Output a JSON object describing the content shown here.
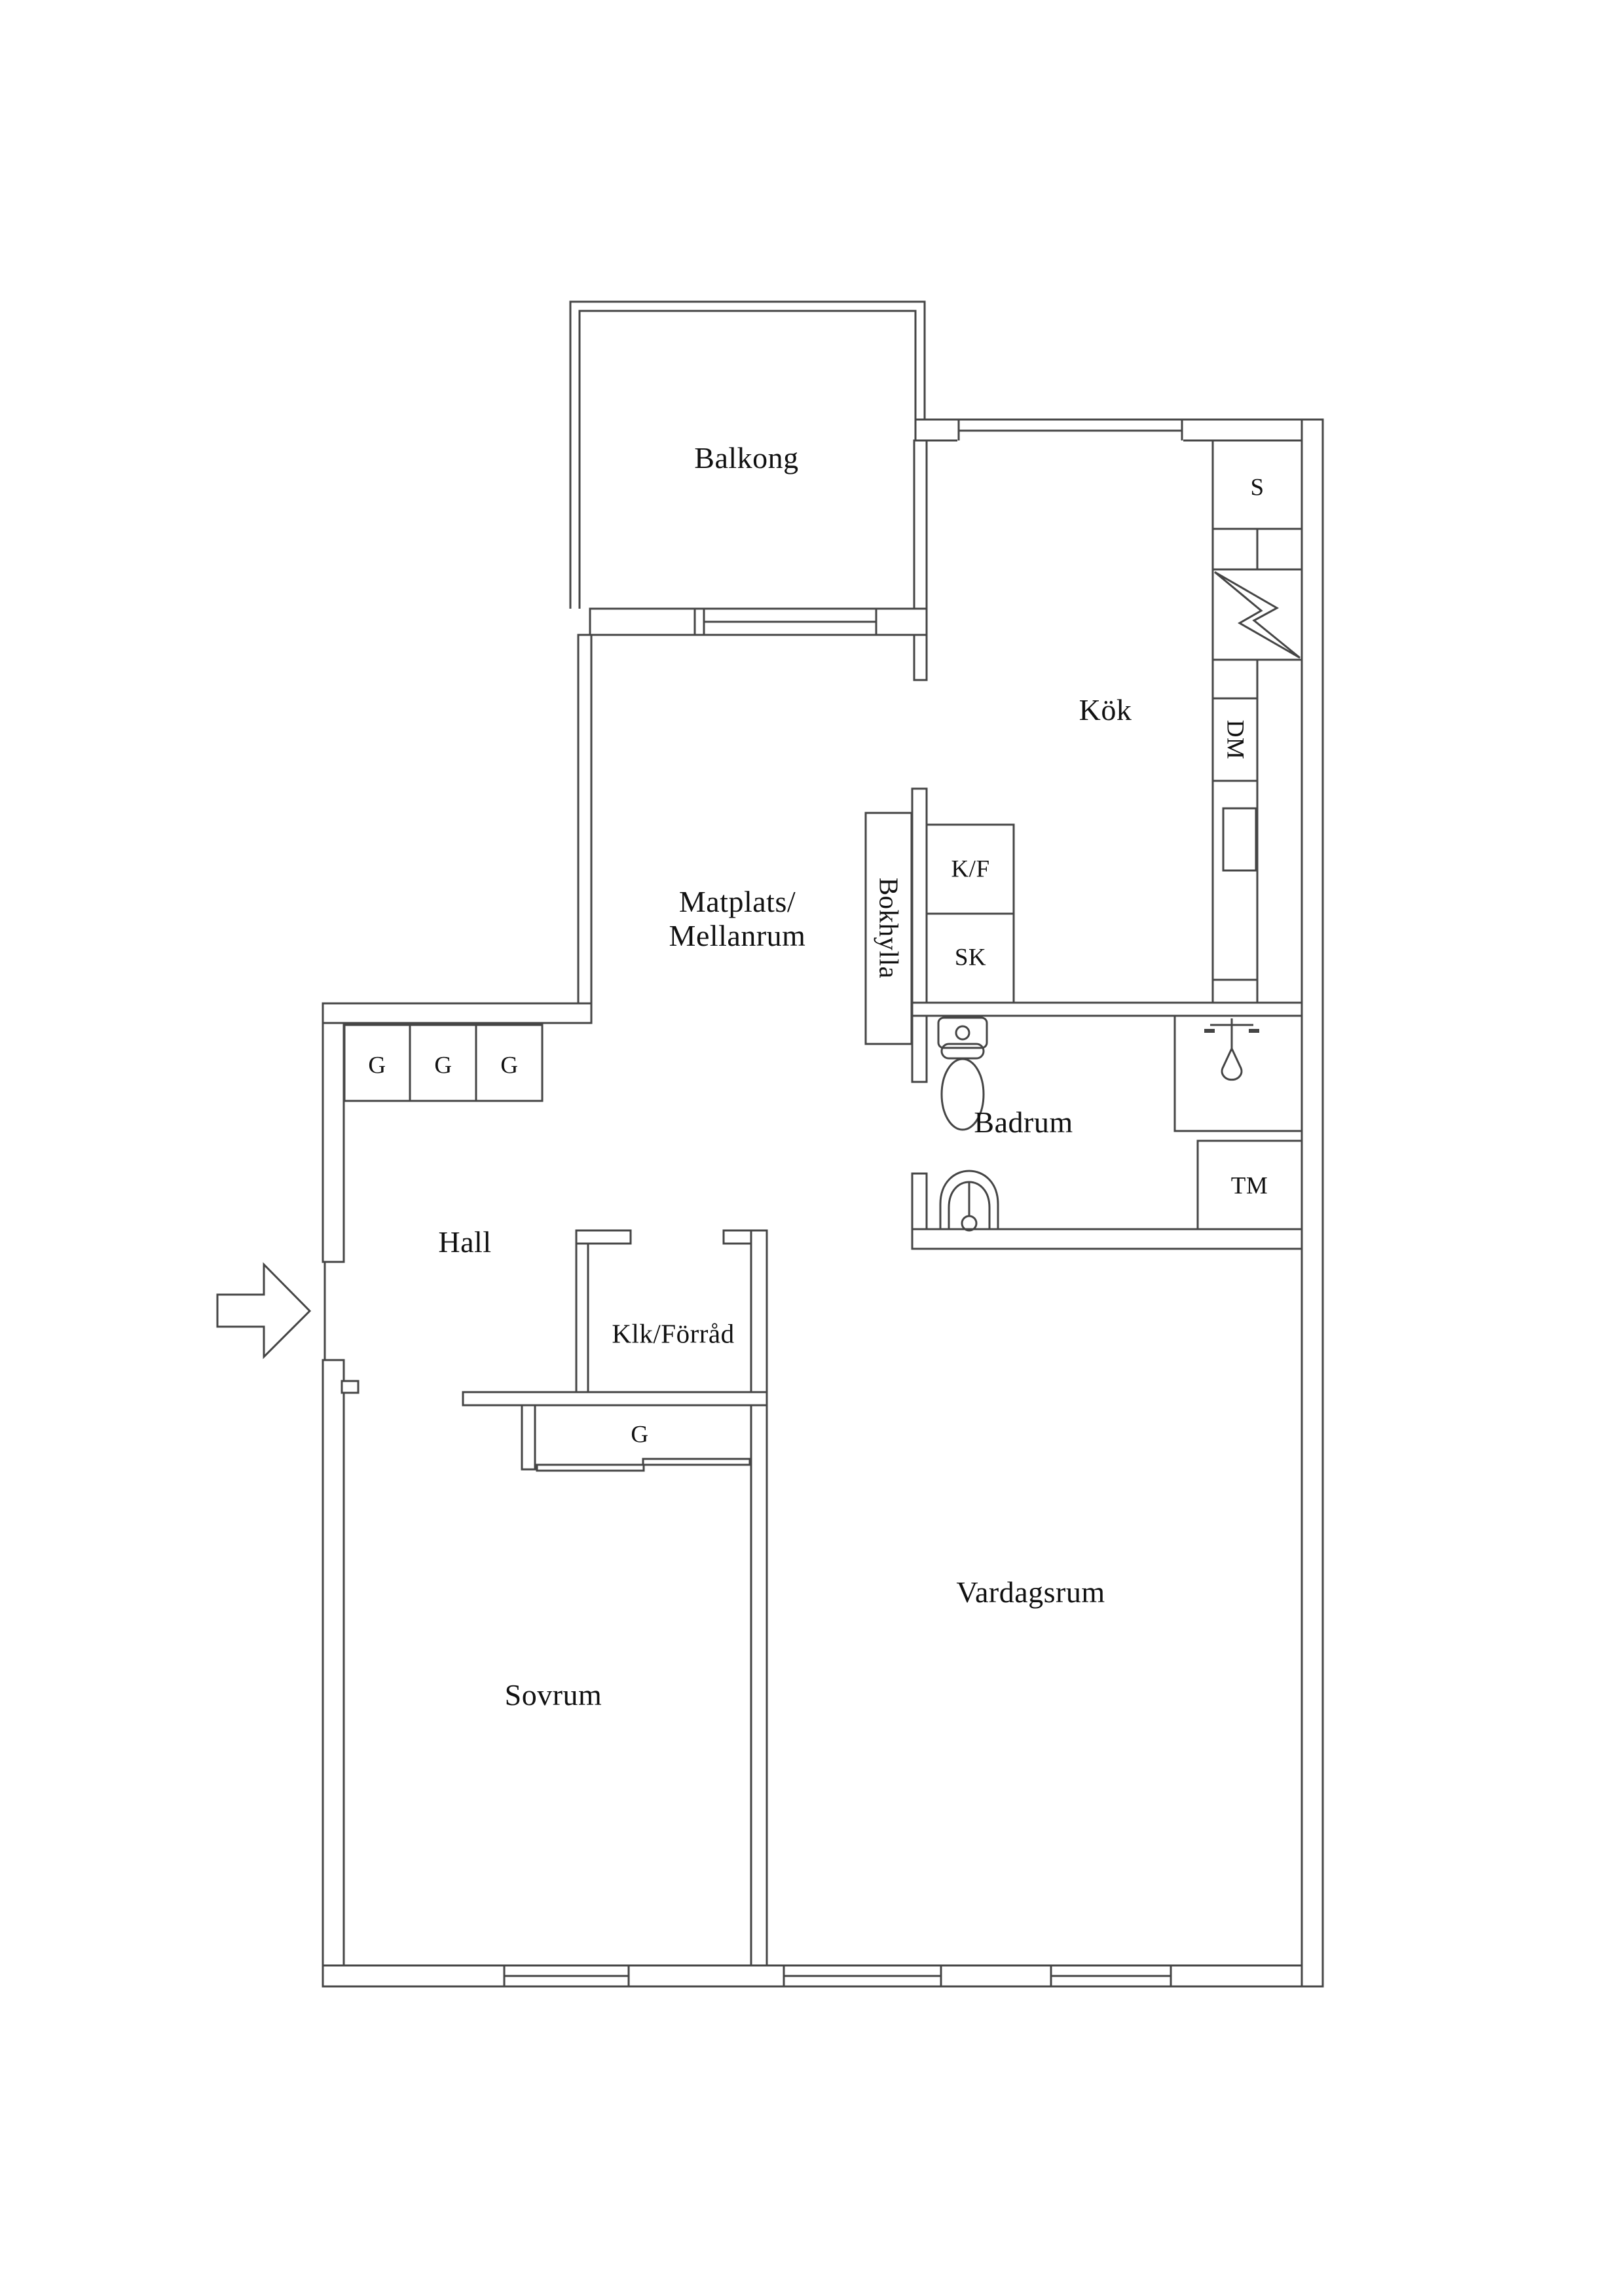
{
  "diagram_type": "apartment-floor-plan",
  "language": "Swedish",
  "colors": {
    "background": "#ffffff",
    "line": "#454545",
    "text": "#111111"
  },
  "labels": {
    "balkong": "Balkong",
    "kok": "Kök",
    "matplats_line1": "Matplats/",
    "matplats_line2": "Mellanrum",
    "bokhylla": "Bokhylla",
    "kf": "K/F",
    "sk": "SK",
    "s": "S",
    "dm": "DM",
    "badrum": "Badrum",
    "tm": "TM",
    "g": "G",
    "hall": "Hall",
    "klk": "Klk/Förråd",
    "sovrum": "Sovrum",
    "vardagsrum": "Vardagsrum"
  },
  "rooms": [
    {
      "name": "Balkong"
    },
    {
      "name": "Kök"
    },
    {
      "name": "Matplats/Mellanrum"
    },
    {
      "name": "Badrum"
    },
    {
      "name": "Hall"
    },
    {
      "name": "Klk/Förråd"
    },
    {
      "name": "Sovrum"
    },
    {
      "name": "Vardagsrum"
    }
  ],
  "fixtures": [
    {
      "icon": "toilet-icon",
      "room": "Badrum"
    },
    {
      "icon": "sink-icon",
      "room": "Badrum"
    },
    {
      "icon": "shower-icon",
      "room": "Badrum"
    },
    {
      "icon": "washing-machine-icon",
      "label": "TM",
      "room": "Badrum"
    },
    {
      "icon": "stove-lightning-icon",
      "room": "Kök"
    },
    {
      "icon": "kitchen-sink-icon",
      "room": "Kök"
    },
    {
      "icon": "entrance-arrow-icon",
      "room": "Hall"
    },
    {
      "icon": "wardrobe-icon",
      "label": "G",
      "count": 4
    },
    {
      "icon": "sliding-door-icon",
      "room": "Sovrum"
    }
  ]
}
